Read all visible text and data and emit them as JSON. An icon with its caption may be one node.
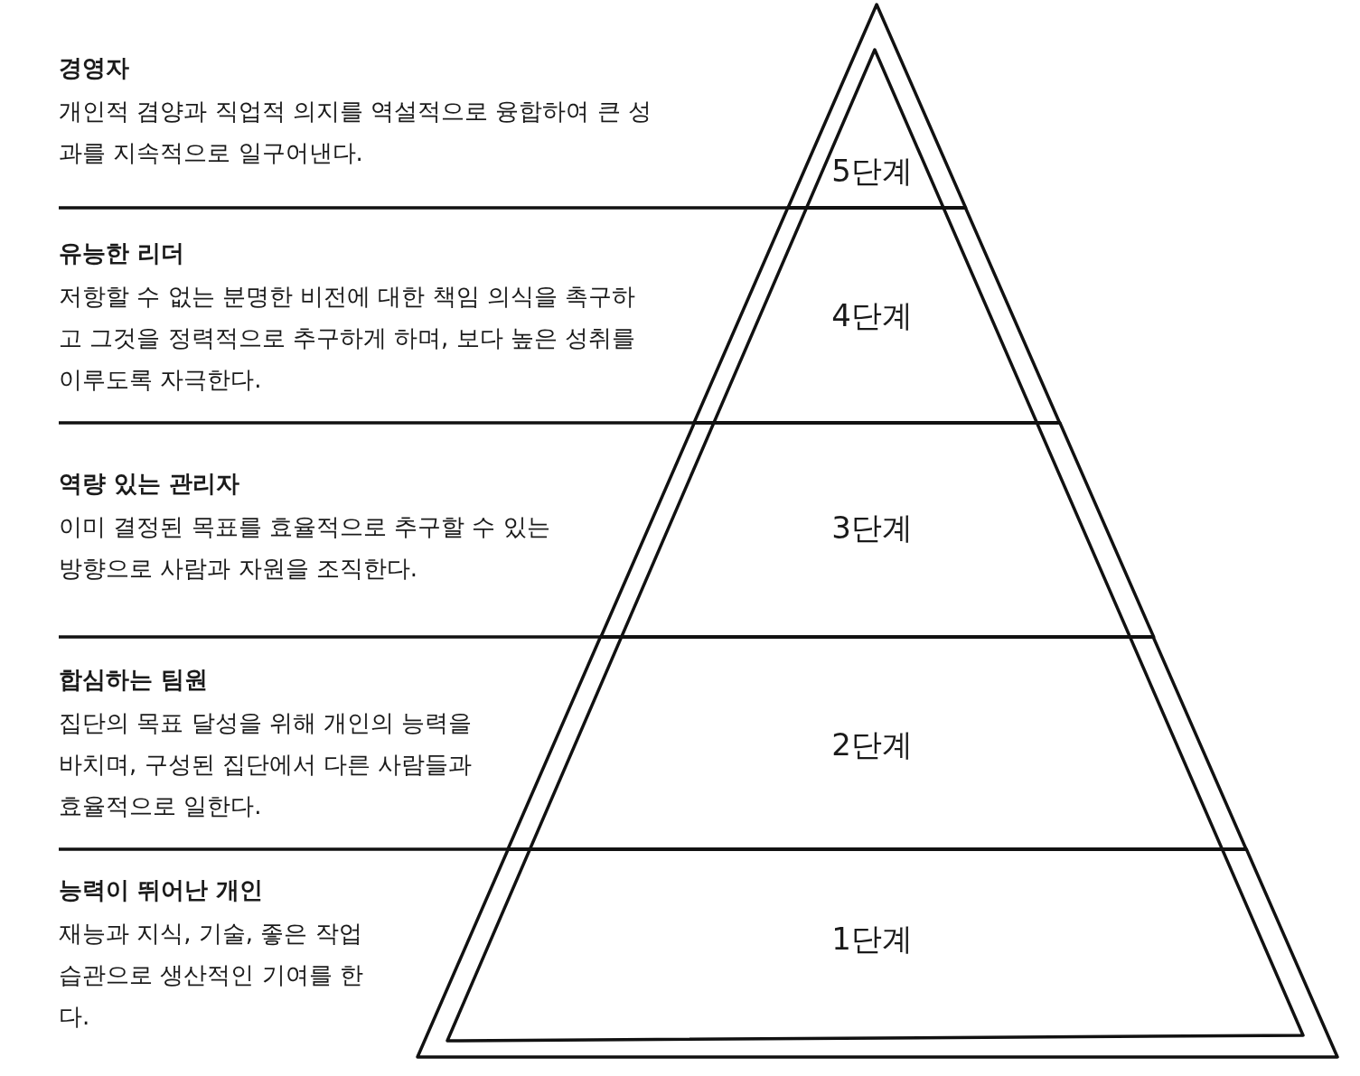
{
  "diagram": {
    "nodes": [
      {
        "text": [
          "5단계"
        ],
        "beside": [
          "경영자",
          "개인적 겸양과 직업적 의지를 역설적으로 융합하여 큰 성과를 지속적으로 일구어낸다."
        ]
      },
      {
        "text": [
          "4단계"
        ],
        "beside": [
          "유능한 리더",
          "저항할 수 없는 분명한 비전에 대한 책임 의식을 촉구하고 그것을 정력적으로 추구하게 하며, 보다 높은 성취를 이루도록 자극한다."
        ]
      },
      {
        "text": [
          "3단계"
        ],
        "beside": [
          "역량 있는 관리자",
          "이미 결정된 목표를 효율적으로 추구할 수 있는 방향으로 사람과 자원을 조직한다."
        ]
      },
      {
        "text": [
          "2단계"
        ],
        "beside": [
          "합심하는 팀원",
          "집단의 목표 달성을 위해 개인의 능력을 바치며, 구성된 집단에서 다른 사람들과 효율적으로 일한다."
        ]
      },
      {
        "text": [
          "1단계"
        ],
        "beside": [
          "능력이 뛰어난 개인",
          "재능과 지식, 기술, 좋은 작업 습관으로 생산적인 기여를 한다."
        ]
      }
    ]
  }
}
